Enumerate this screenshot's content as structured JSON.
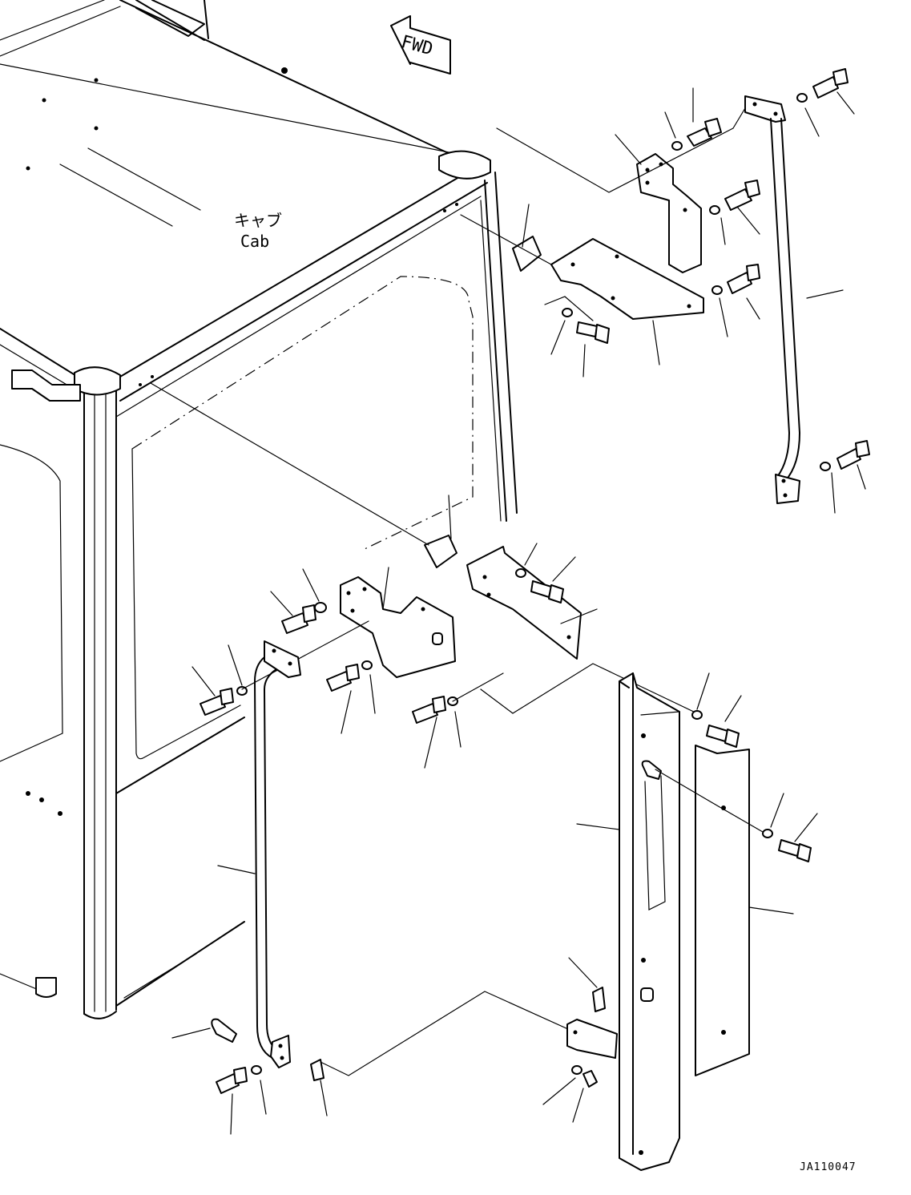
{
  "labels": {
    "fwd": "FWD",
    "cab_jp": "キャブ",
    "cab_en": "Cab",
    "drawing_code": "JA110047"
  }
}
